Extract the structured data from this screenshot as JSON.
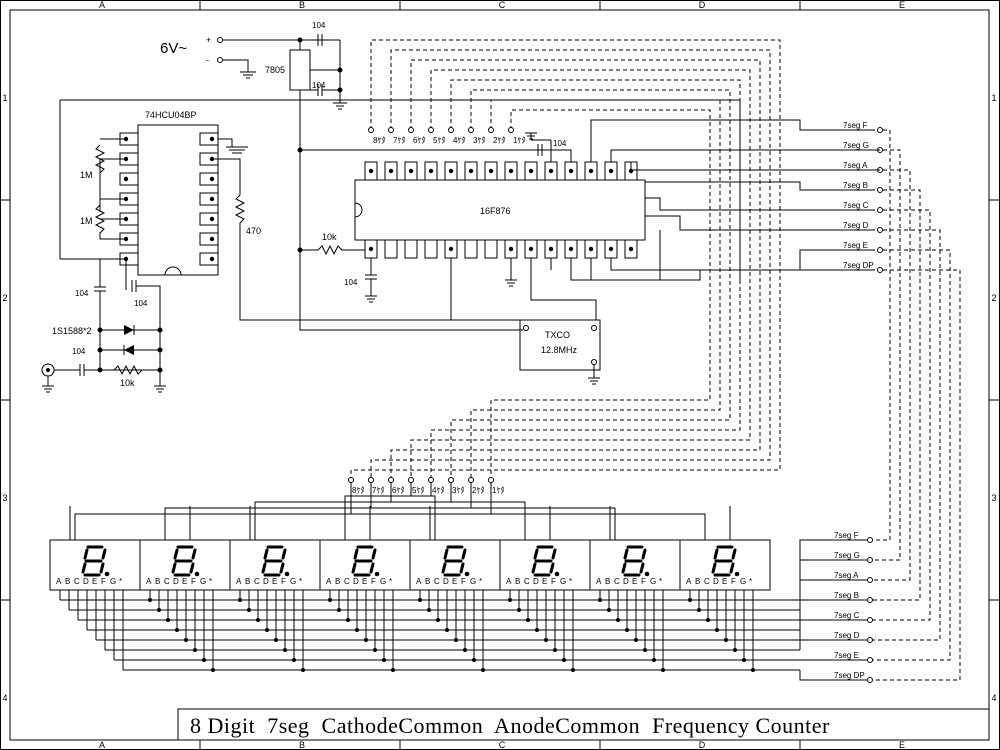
{
  "sheet": {
    "title": "8 Digit  7seg  CathodeCommon  AnodeCommon  Frequency Counter",
    "columns": [
      "A",
      "B",
      "C",
      "D",
      "E"
    ],
    "rows": [
      "1",
      "2",
      "3",
      "4"
    ]
  },
  "power": {
    "label": "6V~",
    "plus": "+",
    "minus": "-"
  },
  "regulator": {
    "name": "7805"
  },
  "capacitors": {
    "c104": "104"
  },
  "ics": {
    "inverter": "74HCU04BP",
    "mcu": "16F876",
    "osc_name": "TXCO",
    "osc_freq": "12.8MHz"
  },
  "resistors": {
    "r1m": "1M",
    "r470": "470",
    "r10k": "10k"
  },
  "diodes": {
    "label": "1S1588*2"
  },
  "segments": [
    "7seg F",
    "7seg G",
    "7seg A",
    "7seg B",
    "7seg C",
    "7seg D",
    "7seg E",
    "7seg DP"
  ],
  "digit_lines": [
    "8ｹﾀ",
    "7ｹﾀ",
    "6ｹﾀ",
    "5ｹﾀ",
    "4ｹﾀ",
    "3ｹﾀ",
    "2ｹﾀ",
    "1ｹﾀ"
  ],
  "display": {
    "digit_char": "8.",
    "pin_letters": [
      "A",
      "B",
      "C",
      "D",
      "E",
      "F",
      "G",
      "*"
    ]
  }
}
